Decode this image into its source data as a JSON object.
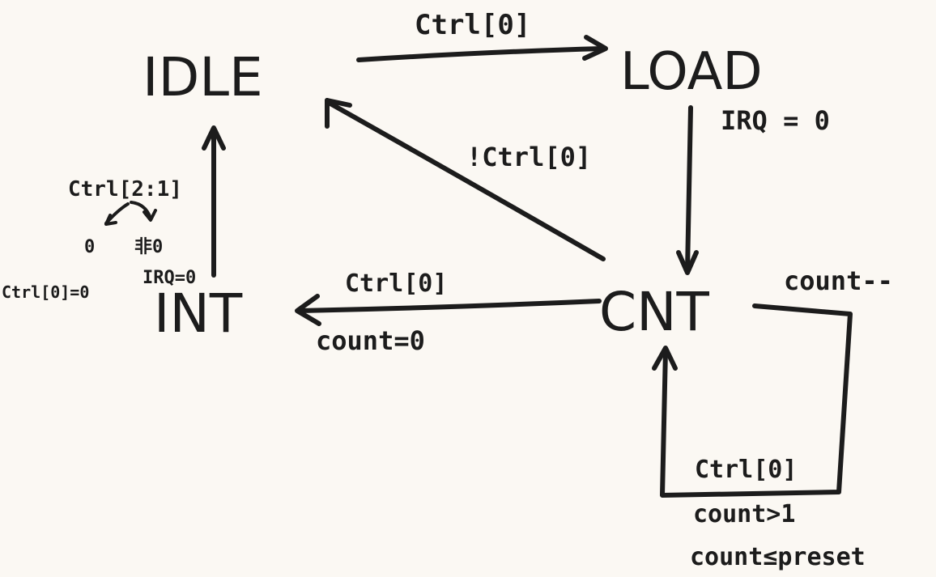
{
  "states": {
    "idle": "IDLE",
    "load": "LOAD",
    "cnt": "CNT",
    "int": "INT"
  },
  "transitions": {
    "idle_to_load": "Ctrl[0]",
    "load_to_cnt": "IRQ = 0",
    "cnt_to_idle": "!Ctrl[0]",
    "cnt_to_int_line1": "Ctrl[0]",
    "cnt_to_int_line2": "count=0",
    "int_to_idle_mode": "Ctrl[2:1]",
    "int_to_idle_branch_left": "0",
    "int_to_idle_branch_right": "非0",
    "int_to_idle_irq": "IRQ=0",
    "int_to_idle_ctrl": "Ctrl[0]=0",
    "cnt_self_action": "count--",
    "cnt_self_line1": "Ctrl[0]",
    "cnt_self_line2": "count>1",
    "cnt_self_line3": "count≤preset"
  }
}
